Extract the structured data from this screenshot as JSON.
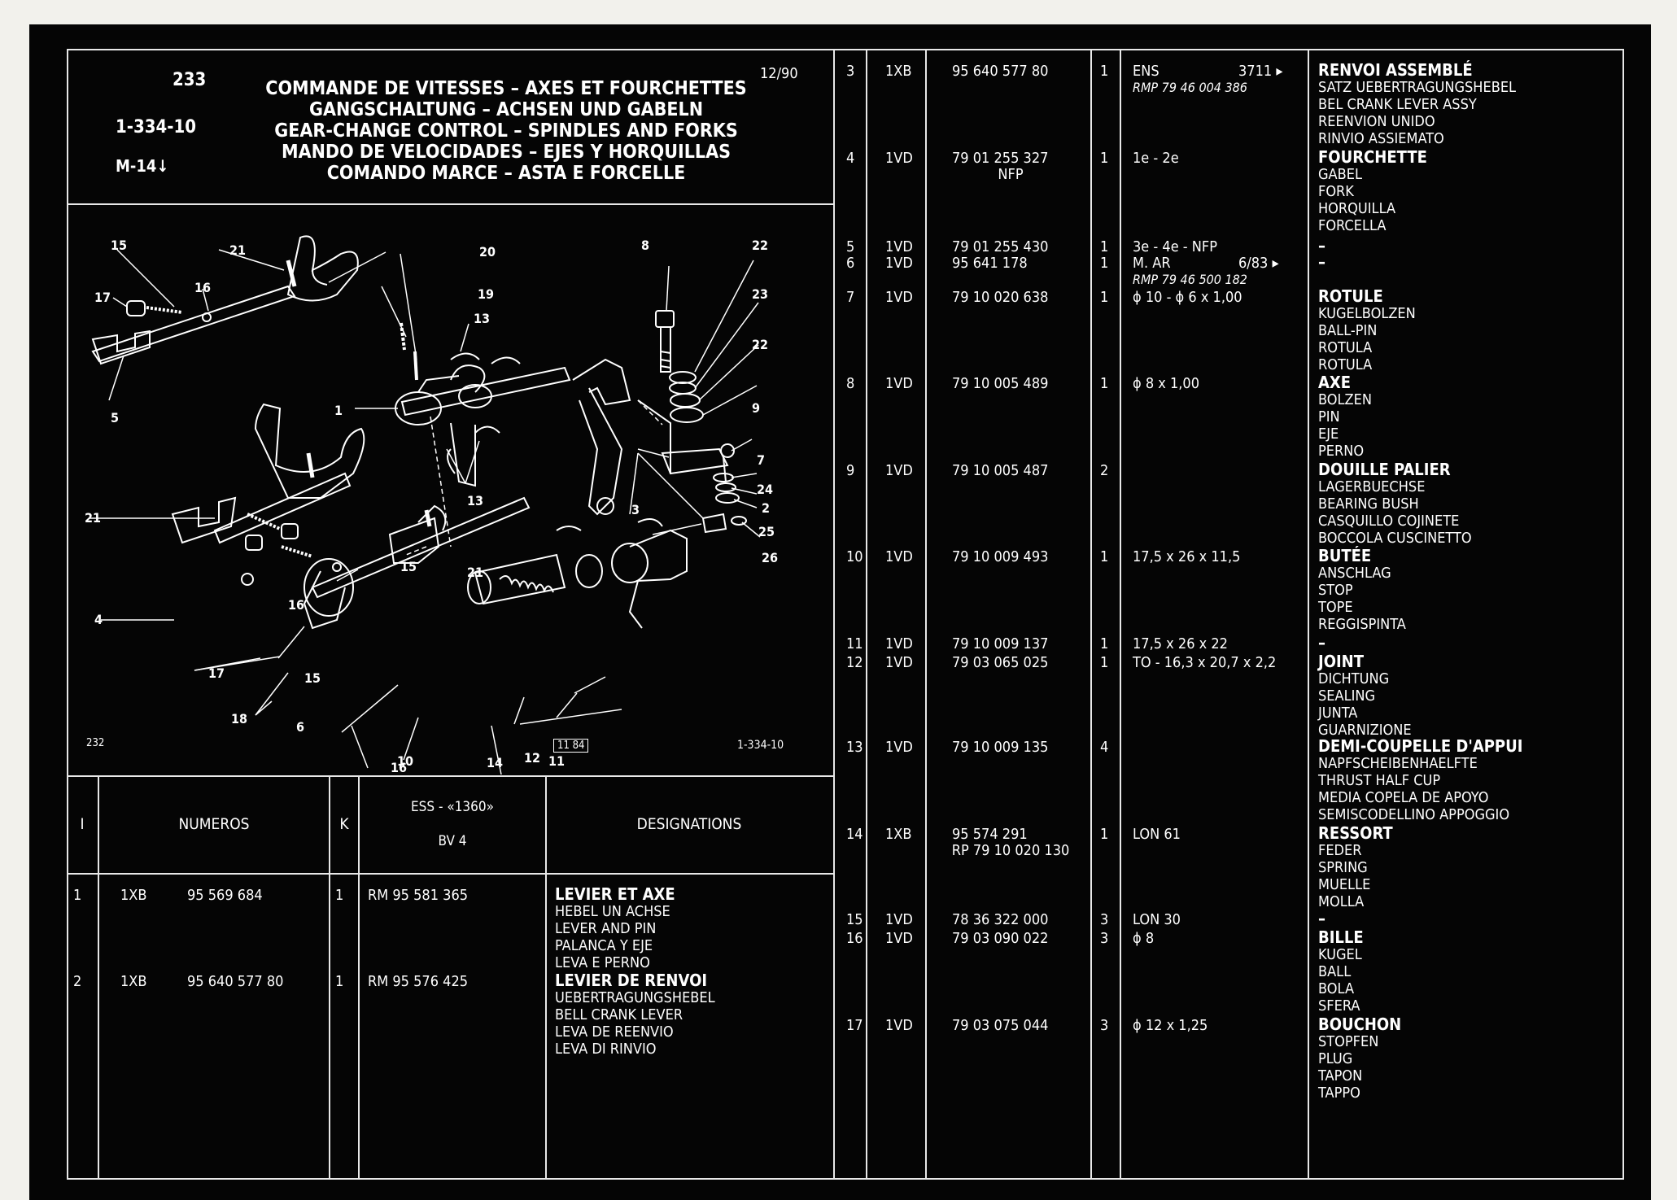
{
  "header": {
    "page_no": "233",
    "ref": "1-334-10",
    "mref": "M-14",
    "date": "12/90",
    "titles": [
      "COMMANDE DE VITESSES – AXES ET FOURCHETTES",
      "GANGSCHALTUNG – ACHSEN UND GABELN",
      "GEAR-CHANGE CONTROL – SPINDLES AND FORKS",
      "MANDO DE VELOCIDADES – EJES Y HORQUILLAS",
      "COMANDO MARCE – ASTA E FORCELLE"
    ]
  },
  "diagram": {
    "labels": {
      "l1": "1",
      "l2": "2",
      "l3": "3",
      "l4": "4",
      "l5": "5",
      "l6": "6",
      "l7": "7",
      "l8": "8",
      "l9": "9",
      "l10": "10",
      "l11": "11",
      "l12": "12",
      "l13a": "13",
      "l13b": "13",
      "l14": "14",
      "l15a": "15",
      "l15b": "15",
      "l15c": "15",
      "l16a": "16",
      "l16b": "16",
      "l16c": "16",
      "l17a": "17",
      "l17b": "17",
      "l18": "18",
      "l19": "19",
      "l20": "20",
      "l21a": "21",
      "l21b": "21",
      "l21c": "21",
      "l22a": "22",
      "l22b": "22",
      "l23": "23",
      "l24": "24",
      "l25": "25",
      "l26": "26"
    },
    "footer_left": "232",
    "footer_mid": "11 84",
    "footer_right": "1-334-10"
  },
  "table_header": {
    "col_i": "I",
    "col_numeros": "NUMEROS",
    "col_k": "K",
    "col_ess": "ESS - «1360»",
    "col_bv": "BV 4",
    "col_designations": "DESIGNATIONS"
  },
  "left_rows": [
    {
      "i": "1",
      "code": "1XB",
      "num": "95 569 684",
      "k": "1",
      "ess": "RM 95 581 365",
      "des": [
        "LEVIER ET AXE",
        "HEBEL UN ACHSE",
        "LEVER AND PIN",
        "PALANCA Y EJE",
        "LEVA E PERNO"
      ]
    },
    {
      "i": "2",
      "code": "1XB",
      "num": "95 640 577 80",
      "k": "1",
      "ess": "RM 95 576 425",
      "des": [
        "LEVIER DE RENVOI",
        "UEBERTRAGUNGSHEBEL",
        "BELL CRANK LEVER",
        "LEVA DE REENVIO",
        "LEVA DI RINVIO"
      ]
    }
  ],
  "right_rows": [
    {
      "i": "3",
      "code": "1XB",
      "num": "95 640 577 80",
      "num2": "",
      "k": "1",
      "ess": "ENS",
      "ess_r": "3711 ▸",
      "ess2": "RMP 79 46 004 386",
      "des": [
        "RENVOI ASSEMBLÉ",
        "SATZ UEBERTRAGUNGSHEBEL",
        "BEL CRANK LEVER ASSY",
        "REENVION UNIDO",
        "RINVIO ASSIEMATO"
      ]
    },
    {
      "i": "4",
      "code": "1VD",
      "num": "79 01 255 327",
      "num2": "NFP",
      "k": "1",
      "ess": "1e - 2e",
      "ess_r": "",
      "ess2": "",
      "des": [
        "FOURCHETTE",
        "GABEL",
        "FORK",
        "HORQUILLA",
        "FORCELLA"
      ]
    },
    {
      "i": "5",
      "code": "1VD",
      "num": "79 01 255 430",
      "num2": "",
      "k": "1",
      "ess": "3e - 4e  - NFP",
      "ess_r": "",
      "ess2": "",
      "des": [
        "–"
      ]
    },
    {
      "i": "6",
      "code": "1VD",
      "num": "95 641 178",
      "num2": "",
      "k": "1",
      "ess": "M. AR",
      "ess_r": "6/83 ▸",
      "ess2": "RMP 79 46 500 182",
      "des": [
        "–"
      ]
    },
    {
      "i": "7",
      "code": "1VD",
      "num": "79 10 020 638",
      "num2": "",
      "k": "1",
      "ess": "ϕ 10 - ϕ 6 x 1,00",
      "ess_r": "",
      "ess2": "",
      "des": [
        "ROTULE",
        "KUGELBOLZEN",
        "BALL-PIN",
        "ROTULA",
        "ROTULA"
      ]
    },
    {
      "i": "8",
      "code": "1VD",
      "num": "79 10 005 489",
      "num2": "",
      "k": "1",
      "ess": "ϕ 8 x 1,00",
      "ess_r": "",
      "ess2": "",
      "des": [
        "AXE",
        "BOLZEN",
        "PIN",
        "EJE",
        "PERNO"
      ]
    },
    {
      "i": "9",
      "code": "1VD",
      "num": "79 10 005 487",
      "num2": "",
      "k": "2",
      "ess": "",
      "ess_r": "",
      "ess2": "",
      "des": [
        "DOUILLE PALIER",
        "LAGERBUECHSE",
        "BEARING BUSH",
        "CASQUILLO COJINETE",
        "BOCCOLA CUSCINETTO"
      ]
    },
    {
      "i": "10",
      "code": "1VD",
      "num": "79 10 009 493",
      "num2": "",
      "k": "1",
      "ess": "17,5 x 26 x 11,5",
      "ess_r": "",
      "ess2": "",
      "des": [
        "BUTÉE",
        "ANSCHLAG",
        "STOP",
        "TOPE",
        "REGGISPINTA"
      ]
    },
    {
      "i": "11",
      "code": "1VD",
      "num": "79 10 009 137",
      "num2": "",
      "k": "1",
      "ess": "17,5 x 26 x 22",
      "ess_r": "",
      "ess2": "",
      "des": [
        "–"
      ]
    },
    {
      "i": "12",
      "code": "1VD",
      "num": "79 03 065 025",
      "num2": "",
      "k": "1",
      "ess": "TO - 16,3 x 20,7 x 2,2",
      "ess_r": "",
      "ess2": "",
      "des": [
        "JOINT",
        "DICHTUNG",
        "SEALING",
        "JUNTA",
        "GUARNIZIONE"
      ]
    },
    {
      "i": "13",
      "code": "1VD",
      "num": "79 10 009 135",
      "num2": "",
      "k": "4",
      "ess": "",
      "ess_r": "",
      "ess2": "",
      "des": [
        "DEMI-COUPELLE D'APPUI",
        "NAPFSCHEIBENHAELFTE",
        "THRUST HALF CUP",
        "MEDIA COPELA DE APOYO",
        "SEMISCODELLINO APPOGGIO"
      ]
    },
    {
      "i": "14",
      "code": "1XB",
      "num": "95 574 291",
      "num2": "RP 79 10 020 130",
      "k": "1",
      "ess": "LON 61",
      "ess_r": "",
      "ess2": "",
      "des": [
        "RESSORT",
        "FEDER",
        "SPRING",
        "MUELLE",
        "MOLLA"
      ]
    },
    {
      "i": "15",
      "code": "1VD",
      "num": "78 36 322 000",
      "num2": "",
      "k": "3",
      "ess": "LON 30",
      "ess_r": "",
      "ess2": "",
      "des": [
        "–"
      ]
    },
    {
      "i": "16",
      "code": "1VD",
      "num": "79 03 090 022",
      "num2": "",
      "k": "3",
      "ess": "ϕ 8",
      "ess_r": "",
      "ess2": "",
      "des": [
        "BILLE",
        "KUGEL",
        "BALL",
        "BOLA",
        "SFERA"
      ]
    },
    {
      "i": "17",
      "code": "1VD",
      "num": "79 03 075 044",
      "num2": "",
      "k": "3",
      "ess": "ϕ 12 x 1,25",
      "ess_r": "",
      "ess2": "",
      "des": [
        "BOUCHON",
        "STOPFEN",
        "PLUG",
        "TAPON",
        "TAPPO"
      ]
    }
  ]
}
